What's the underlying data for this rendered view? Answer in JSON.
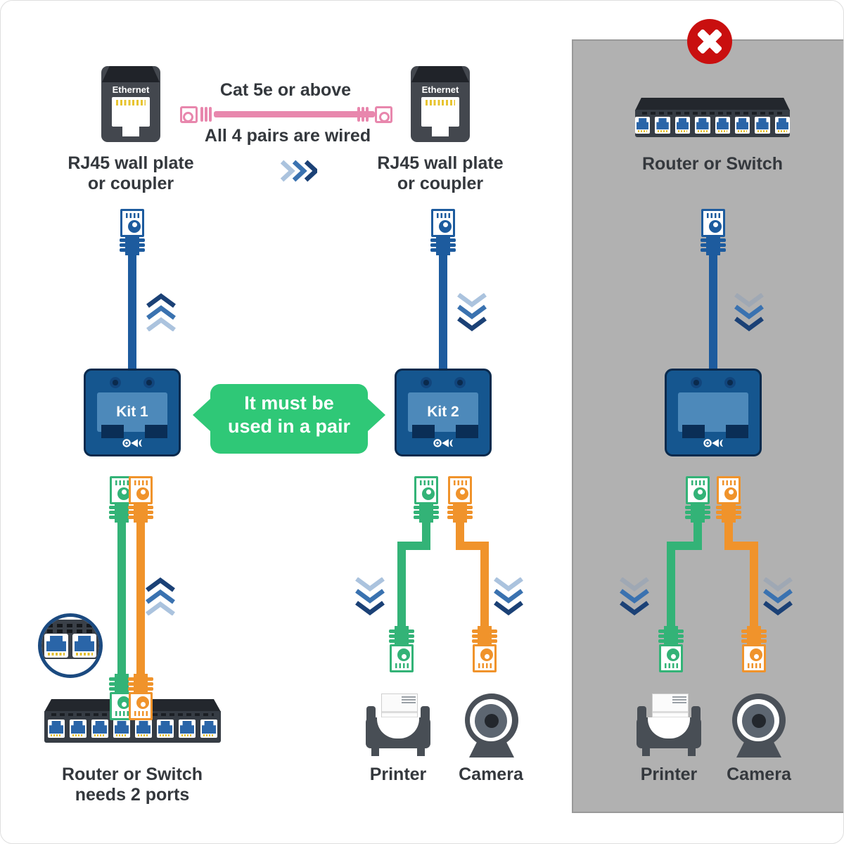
{
  "palette": {
    "background": "#ffffff",
    "wrong_panel_gray": "#b1b1b1",
    "text_dark": "#34383d",
    "blue_cable": "#1d5b9e",
    "green_cable": "#33b377",
    "orange_cable": "#f0932b",
    "pink_cable": "#e887ad",
    "banner_green": "#2fc877",
    "error_red": "#c90f0f",
    "kit_body_blue": "#15568f",
    "kit_screen_blue": "#4d89ba",
    "switch_dark": "#363c44"
  },
  "icons": {
    "error-icon": "red circle with white X",
    "wall-plate-icon": "RJ45 keystone wall plate",
    "pink-patch-cable-icon": "horizontal RJ45 patch cable",
    "rj45-plug-icon": "RJ45 plug with colored boot",
    "eight-port-switch-icon": "8-port ethernet switch",
    "magnifier-detail-icon": "zoom circle showing 2 RJ45 ports",
    "printer-icon": "compact printer with paper",
    "camera-icon": "webcam on stand",
    "kit-logo-icon": "white brand mark on splitter",
    "chevron-up-icon": "triple chevron pointing up",
    "chevron-down-icon": "triple chevron pointing down",
    "chevron-right-icon": "triple chevron pointing right"
  },
  "correct_side": {
    "wall_plates": {
      "jack_label": "Ethernet",
      "left_caption": [
        "RJ45 wall plate",
        "or coupler"
      ],
      "right_caption": [
        "RJ45 wall plate",
        "or coupler"
      ],
      "cable_label_top": "Cat 5e or above",
      "cable_label_bottom": "All 4 pairs are wired"
    },
    "kit1_label": "Kit 1",
    "kit2_label": "Kit 2",
    "banner": {
      "line1": "It must be",
      "line2": "used in a pair"
    },
    "switch_caption": [
      "Router or Switch",
      "needs 2 ports"
    ],
    "printer_label": "Printer",
    "camera_label": "Camera"
  },
  "wrong_side": {
    "switch_label": "Router or Switch",
    "printer_label": "Printer",
    "camera_label": "Camera"
  }
}
